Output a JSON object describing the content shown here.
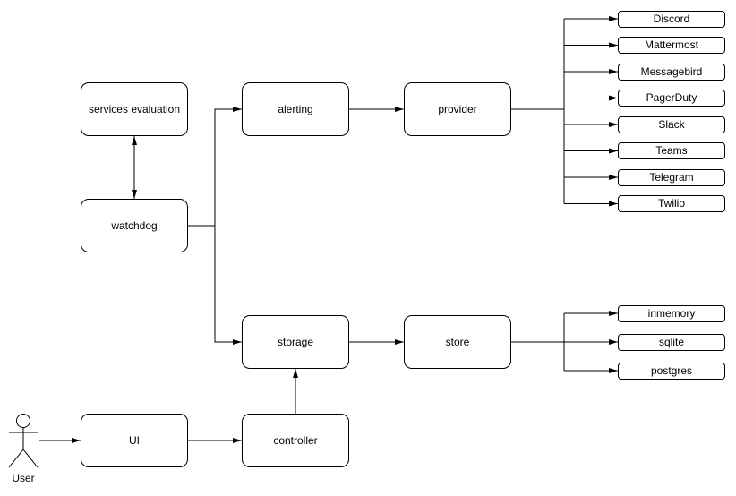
{
  "diagram": {
    "nodes": {
      "services_evaluation": "services evaluation",
      "watchdog": "watchdog",
      "alerting": "alerting",
      "provider": "provider",
      "storage": "storage",
      "store": "store",
      "ui": "UI",
      "controller": "controller"
    },
    "providers": [
      "Discord",
      "Mattermost",
      "Messagebird",
      "PagerDuty",
      "Slack",
      "Teams",
      "Telegram",
      "Twilio"
    ],
    "stores": [
      "inmemory",
      "sqlite",
      "postgres"
    ],
    "actor": {
      "label": "User"
    },
    "colors": {
      "stroke": "#000000",
      "fill": "#ffffff",
      "text": "#000000",
      "background": "#ffffff"
    }
  }
}
